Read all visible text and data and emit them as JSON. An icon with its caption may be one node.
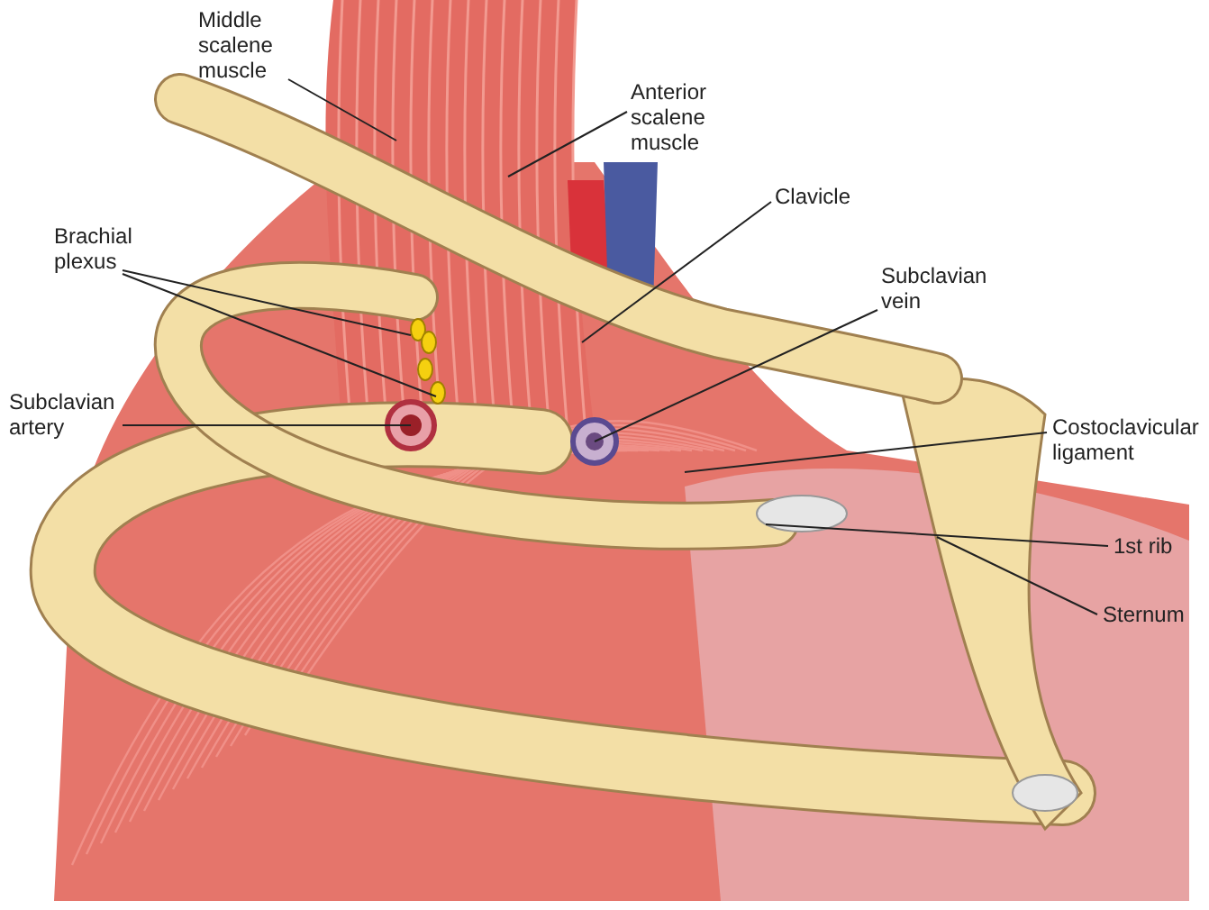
{
  "diagram": {
    "nodes": [
      {
        "text": [
          "Middle scalene muscle"
        ]
      },
      {
        "text": [
          "Anterior scalene muscle"
        ]
      },
      {
        "text": [
          "Clavicle"
        ]
      },
      {
        "text": [
          "Brachial plexus"
        ]
      },
      {
        "text": [
          "Subclavian vein"
        ]
      },
      {
        "text": [
          "Subclavian artery"
        ]
      },
      {
        "text": [
          "Costoclavicular ligament"
        ]
      },
      {
        "text": [
          "1st rib"
        ]
      },
      {
        "text": [
          "Sternum"
        ]
      }
    ],
    "edges": [
      {
        "from": 0,
        "to": null,
        "arrow": "none"
      },
      {
        "from": 1,
        "to": null,
        "arrow": "none"
      },
      {
        "from": 2,
        "to": null,
        "arrow": "none"
      },
      {
        "from": 3,
        "to": null,
        "arrow": "none"
      },
      {
        "from": 3,
        "to": null,
        "arrow": "none"
      },
      {
        "from": 4,
        "to": null,
        "arrow": "none"
      },
      {
        "from": 5,
        "to": null,
        "arrow": "none"
      },
      {
        "from": 6,
        "to": null,
        "arrow": "none"
      },
      {
        "from": 7,
        "to": null,
        "arrow": "none"
      },
      {
        "from": 8,
        "to": null,
        "arrow": "none"
      }
    ]
  }
}
